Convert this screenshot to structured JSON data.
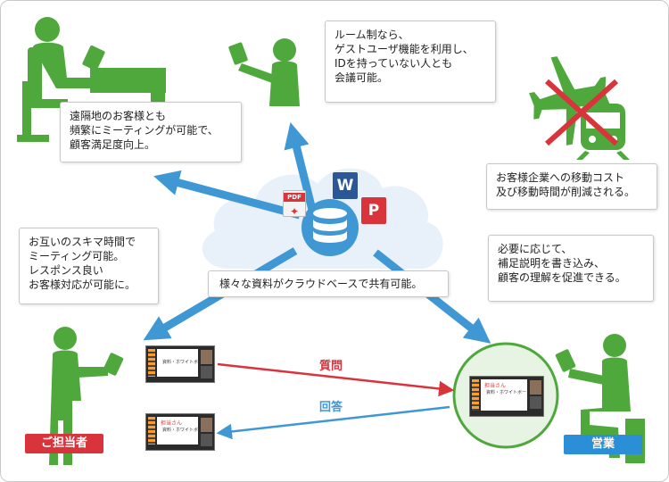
{
  "bubbles": {
    "top_left": [
      "遠隔地のお客様とも",
      "頻繁にミーティングが可能で、",
      "顧客満足度向上。"
    ],
    "top_center": [
      "ルーム制なら、",
      "ゲストユーザ機能を利用し、",
      "IDを持っていない人とも",
      "会議可能。"
    ],
    "right_top": [
      "お客様企業への移動コスト",
      "及び移動時間が削減される。"
    ],
    "left_mid": [
      "お互いのスキマ時間で",
      "ミーティング可能。",
      "レスポンス良い",
      "お客様対応が可能に。"
    ],
    "right_mid": [
      "必要に応じて、",
      "補足説明を書き込み、",
      "顧客の理解を促進できる。"
    ],
    "center": [
      "様々な資料がクラウドベースで共有可能。"
    ]
  },
  "labels": {
    "customer_tag": "ご担当者",
    "sales_tag": "営業",
    "question": "質問",
    "answer": "回答"
  },
  "files": {
    "pdf": "PDF",
    "word": "W",
    "ppt": "P"
  },
  "screens": {
    "doc_text": "資料・ホワイトボード",
    "ink_text": "担当さん"
  },
  "colors": {
    "person_green": "#4ea83c",
    "cloud_blue": "#3f97d3",
    "customer_red": "#d9333b",
    "sales_blue": "#2a8fd6",
    "question_red": "#d9333b",
    "answer_blue": "#3f97d3",
    "cross_red": "#d9333b"
  }
}
